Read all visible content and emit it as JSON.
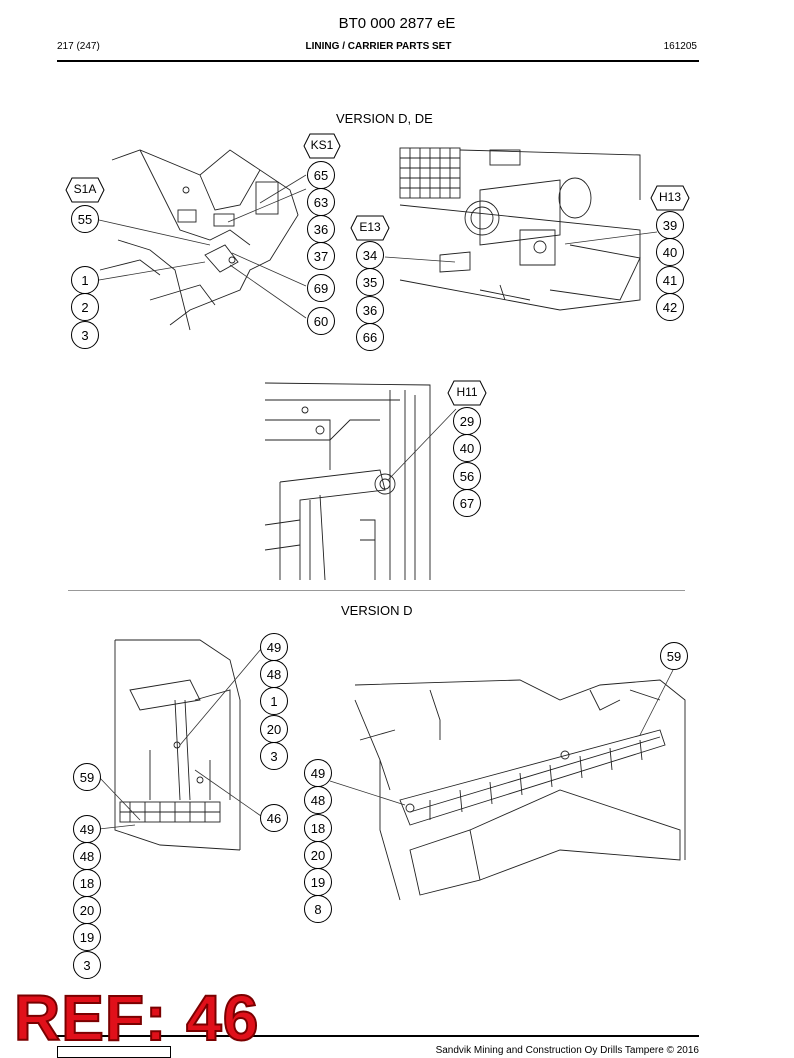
{
  "header": {
    "doc_title": "BT0 000 2877 eE",
    "page": "217 (247)",
    "section_title": "LINING / CARRIER PARTS SET",
    "code": "161205"
  },
  "sections": {
    "top_label": "VERSION D, DE",
    "bottom_label": "VERSION D"
  },
  "callouts": {
    "ks1": "KS1",
    "s1a": "S1A",
    "e13": "E13",
    "h13": "H13",
    "h11": "H11",
    "c65": "65",
    "c63": "63",
    "c36a": "36",
    "c37": "37",
    "c69": "69",
    "c60": "60",
    "c55": "55",
    "c1a": "1",
    "c2": "2",
    "c3a": "3",
    "c34": "34",
    "c35": "35",
    "c36b": "36",
    "c66": "66",
    "c39": "39",
    "c40a": "40",
    "c41": "41",
    "c42": "42",
    "c29": "29",
    "c40b": "40",
    "c56": "56",
    "c67": "67",
    "c49a": "49",
    "c48a": "48",
    "c1b": "1",
    "c20a": "20",
    "c3b": "3",
    "c46": "46",
    "c59a": "59",
    "c49b": "49",
    "c48b": "48",
    "c18a": "18",
    "c20b": "20",
    "c19a": "19",
    "c3c": "3",
    "c59b": "59",
    "c49c": "49",
    "c48c": "48",
    "c18b": "18",
    "c20c": "20",
    "c19b": "19",
    "c8": "8"
  },
  "banner": {
    "text": "REF: 46"
  },
  "footer": {
    "text": "Sandvik Mining and Construction Oy Drills Tampere © 2016"
  },
  "colors": {
    "banner_fill": "#e0101a",
    "banner_outline": "#7a0000"
  }
}
